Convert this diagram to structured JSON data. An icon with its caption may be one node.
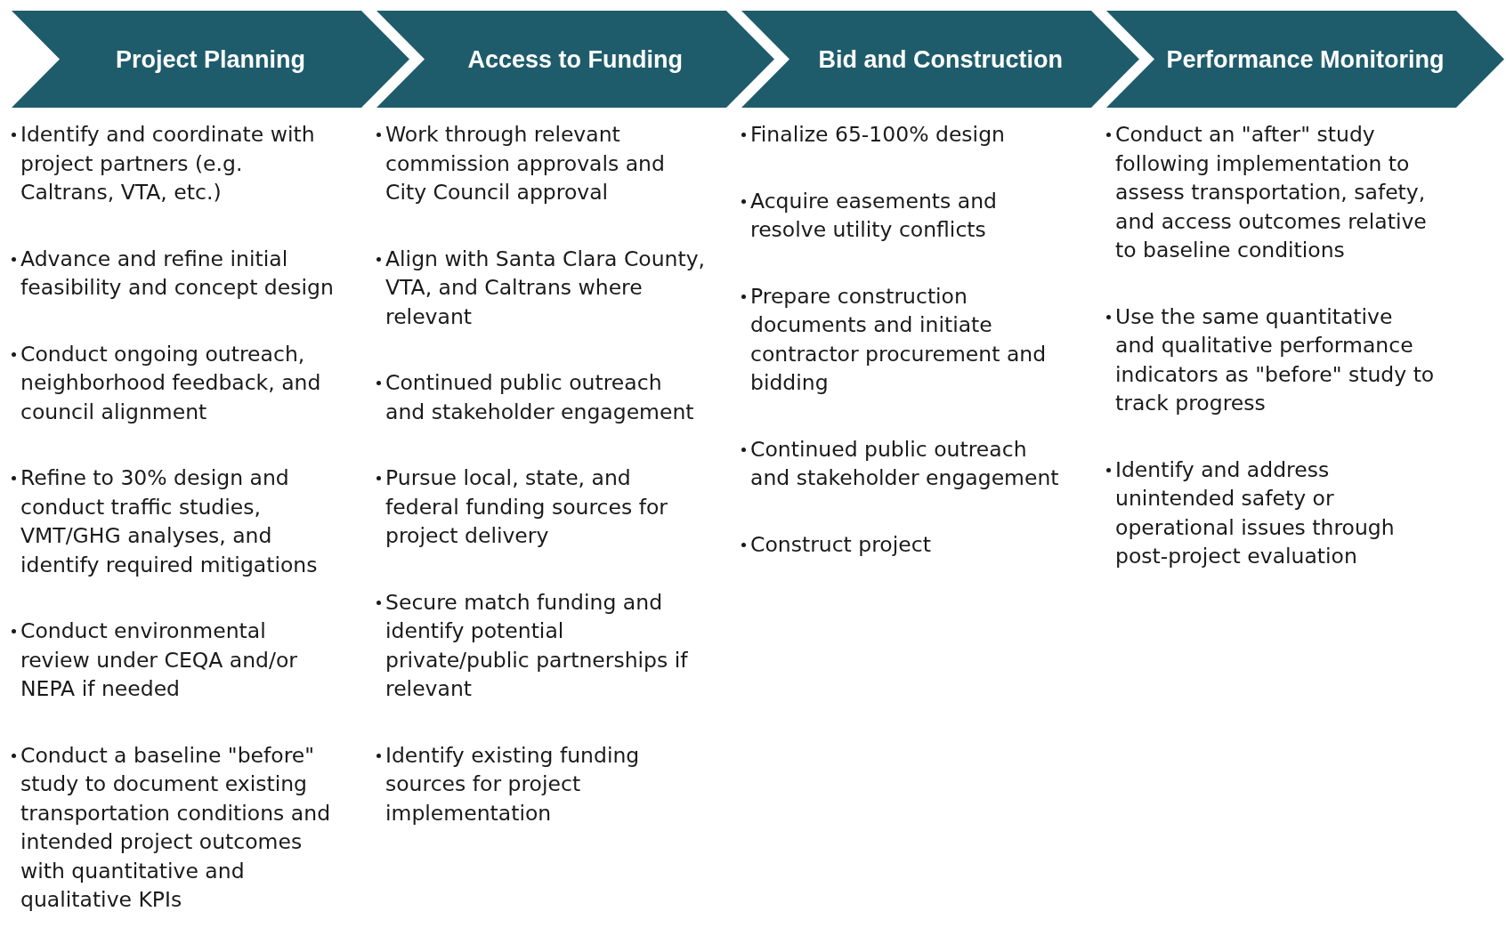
{
  "diagram": {
    "nodes": [
      {
        "text": [
          "Project Planning"
        ],
        "beside": [
          "Identify and coordinate with project partners (e.g. Caltrans, VTA, etc.)",
          "Advance and refine initial feasibility and concept design",
          "Conduct ongoing outreach, neighborhood feedback, and council alignment",
          "Refine to 30% design and conduct traffic studies, VMT/GHG analyses, and identify required mitigations",
          "Conduct environmental review under CEQA and/or NEPA if needed",
          "Conduct a baseline \"before\" study to document existing transportation conditions and intended project outcomes with quantitative and qualitative KPIs"
        ]
      },
      {
        "text": [
          "Access to Funding"
        ],
        "beside": [
          "Work through relevant commission approvals and City Council approval",
          "Align with Santa Clara County, VTA, and Caltrans where relevant",
          "Continued public outreach and stakeholder engagement",
          "Pursue local, state, and federal funding sources for project delivery",
          "Secure match funding and identify potential private/public partnerships if relevant",
          "Identify existing funding sources for project implementation"
        ]
      },
      {
        "text": [
          "Bid and Construction"
        ],
        "beside": [
          "Finalize 65-100% design",
          "Acquire easements and resolve utility conflicts",
          "Prepare construction documents and initiate contractor procurement and bidding",
          "Continued public outreach and stakeholder engagement",
          "Construct project"
        ]
      },
      {
        "text": [
          "Performance Monitoring"
        ],
        "beside": [
          "Conduct an \"after\" study following implementation to assess transportation, safety, and access outcomes relative to baseline conditions",
          "Use the same quantitative and qualitative performance indicators as \"before\" study to track progress",
          "Identify and address unintended safety or operational issues through post-project evaluation"
        ]
      }
    ]
  }
}
